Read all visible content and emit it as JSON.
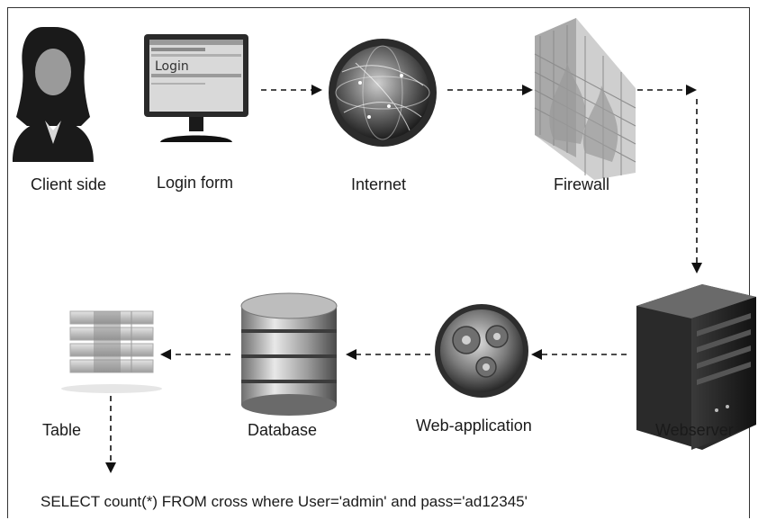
{
  "nodes": {
    "client_side": "Client side",
    "login_form": "Login form",
    "login_screen_title": "Login",
    "internet": "Internet",
    "firewall": "Firewall",
    "webserver": "Webserver",
    "web_application": "Web-application",
    "database": "Database",
    "table": "Table"
  },
  "query": "SELECT count(*) FROM cross where User='admin' and pass='ad12345'"
}
